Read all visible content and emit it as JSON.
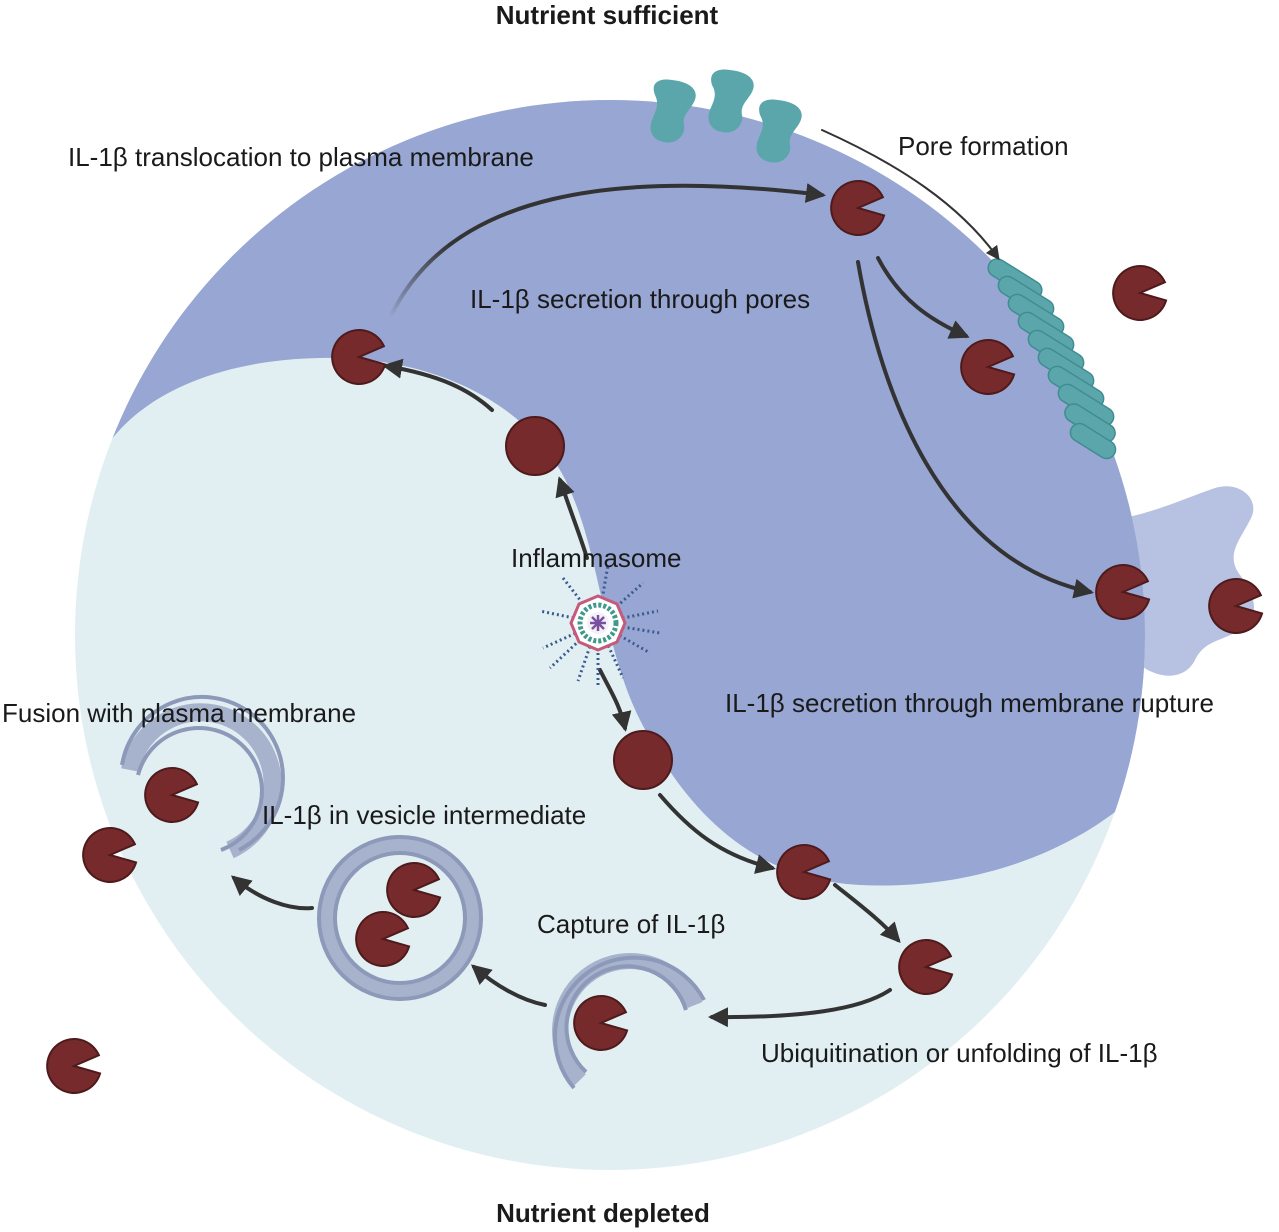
{
  "labels": {
    "top": "Nutrient sufficient",
    "bottom": "Nutrient depleted",
    "translocation": "IL-1β translocation to plasma membrane",
    "pore_formation": "Pore formation",
    "pore_secretion": "IL-1β secretion through pores",
    "inflammasome": "Inflammasome",
    "rupture_secretion": "IL-1β secretion through membrane rupture",
    "fusion": "Fusion with plasma membrane",
    "vesicle": "IL-1β in vesicle intermediate",
    "capture": "Capture of IL-1β",
    "ubiquitination": "Ubiquitination or unfolding of IL-1β"
  },
  "colors": {
    "cell_light": "#e1eff3",
    "cell_dark": "#97a6d2",
    "il1b": "#762a2c",
    "pore": "#5aa6ab",
    "vesicle_ring": "#a7b2cd",
    "arrow": "#333333",
    "bleb": "#b7c2e2"
  }
}
